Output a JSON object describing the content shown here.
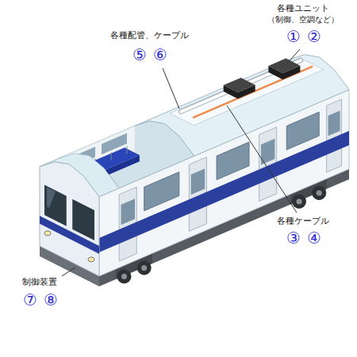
{
  "diagram": {
    "labels": [
      "各種ユニット",
      "（制御、空調など）",
      "①",
      "②",
      "各種配管、ケーブル",
      "⑤",
      "⑥",
      "各種ケーブル",
      "③",
      "④",
      "制御装置",
      "⑦",
      "⑧"
    ]
  }
}
